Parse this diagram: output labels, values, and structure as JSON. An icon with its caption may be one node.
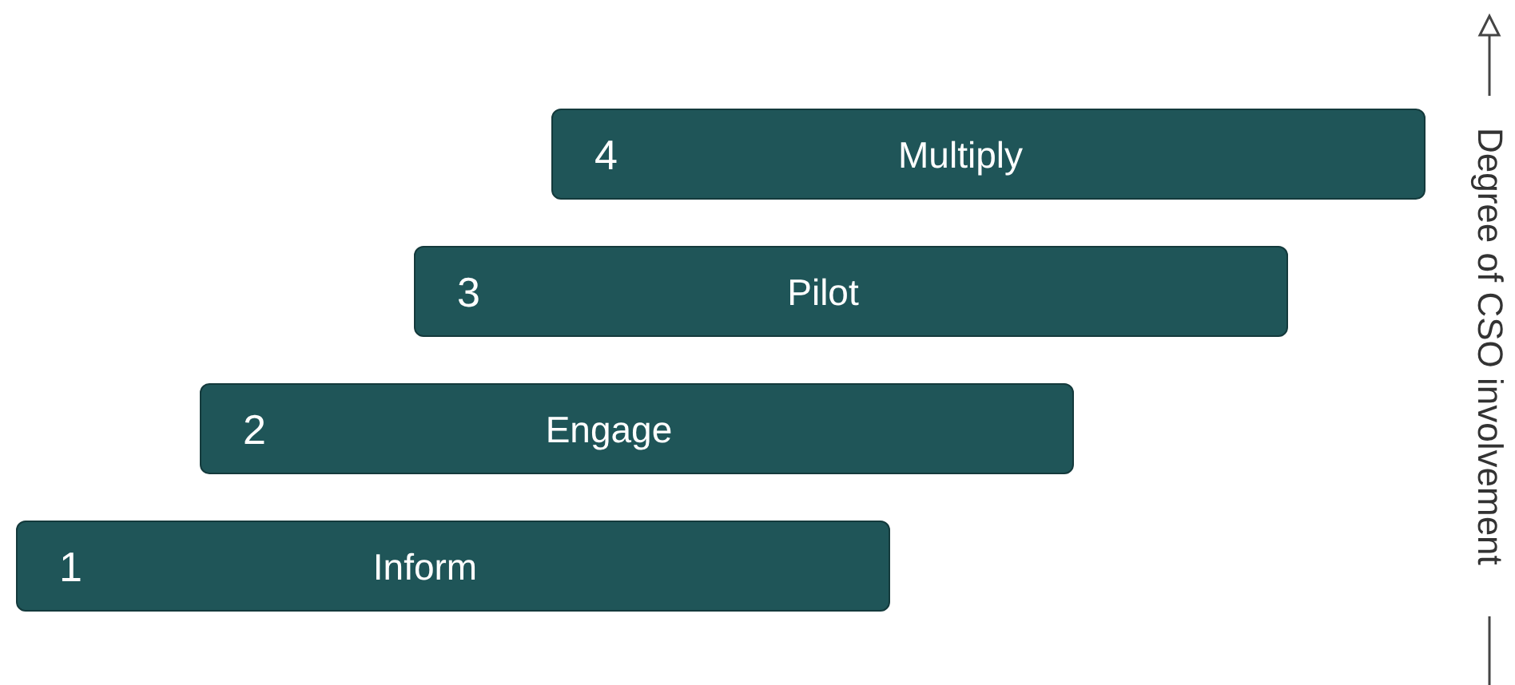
{
  "diagram": {
    "nodes": [
      {
        "text": [
          "4",
          "Multiply"
        ]
      },
      {
        "text": [
          "3",
          "Pilot"
        ]
      },
      {
        "text": [
          "2",
          "Engage"
        ]
      },
      {
        "text": [
          "1",
          "Inform"
        ]
      }
    ],
    "labels": [
      "Degree of CSO involvement"
    ]
  }
}
